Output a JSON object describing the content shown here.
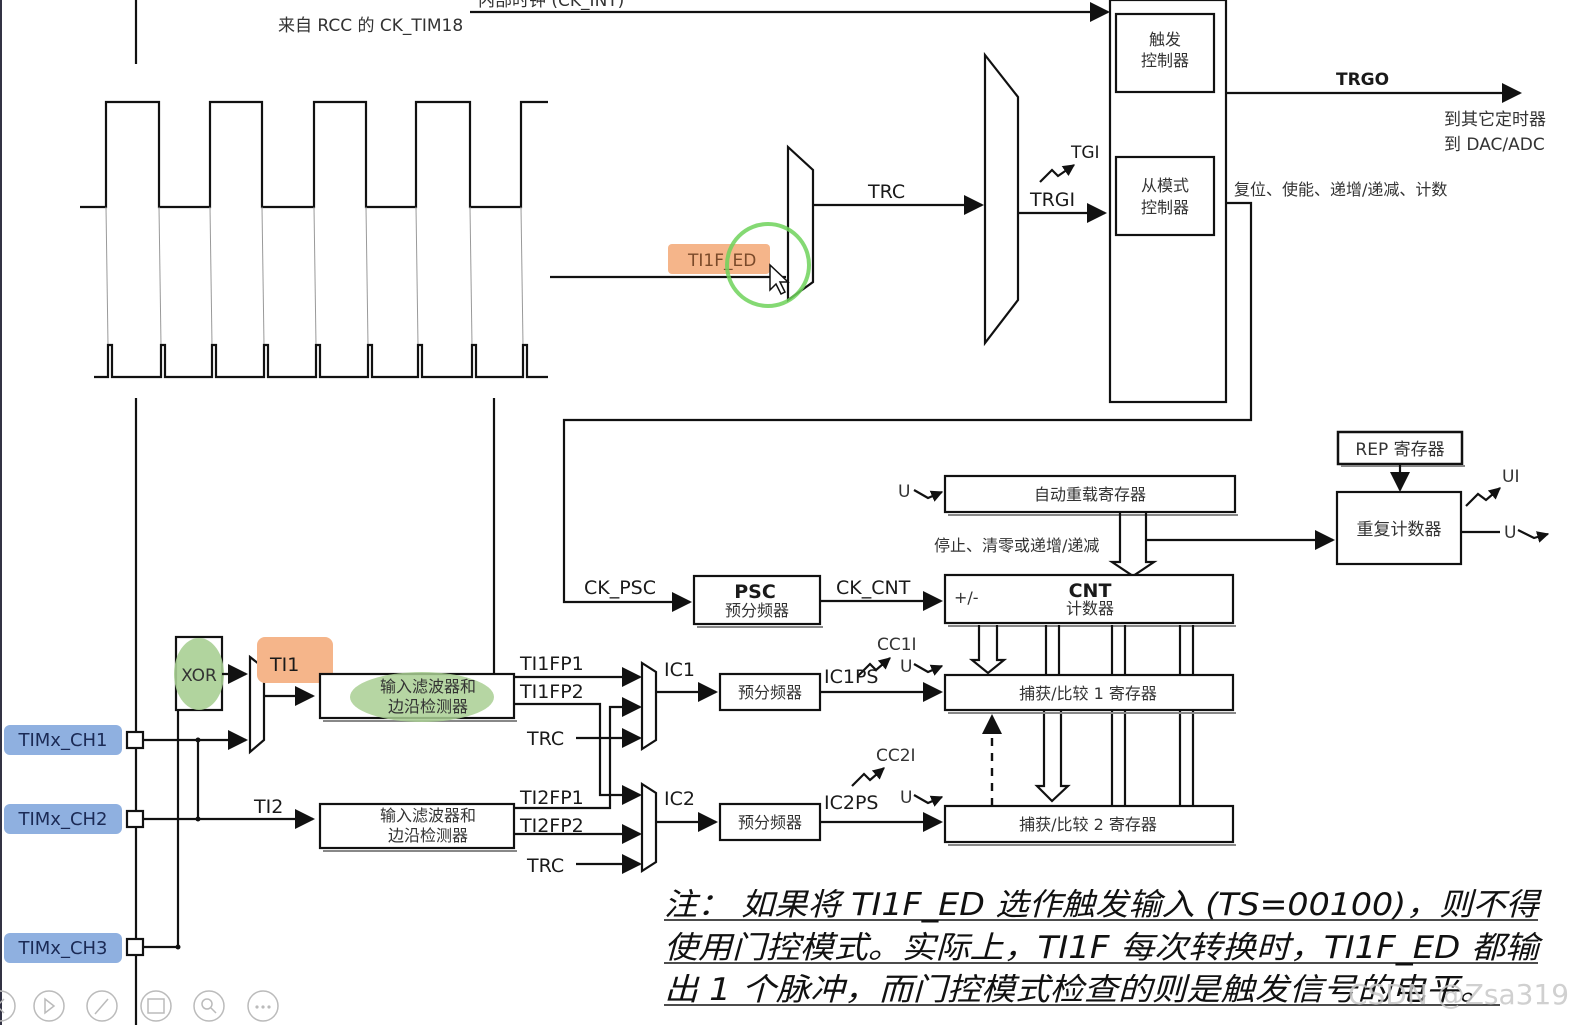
{
  "labels": {
    "ck_int_partial": "内部时钟 (CK_INT)",
    "rcc_ck_tim18": "来自 RCC 的 CK_TIM18",
    "trigger_controller": [
      "触发",
      "控制器"
    ],
    "slave_controller": [
      "从模式",
      "控制器"
    ],
    "trgo": "TRGO",
    "to_other_timers": "到其它定时器",
    "to_dac_adc": "到 DAC/ADC",
    "slave_actions": "复位、使能、递增/递减、计数",
    "tgi": "TGI",
    "trgi": "TRGI",
    "trc": "TRC",
    "ti1f_ed": "TI1F_ED",
    "rep_register": "REP 寄存器",
    "repetition_counter": "重复计数器",
    "ui": "UI",
    "u": "U",
    "auto_reload": "自动重载寄存器",
    "stop_clear": "停止、清零或递增/递减",
    "ck_psc": "CK_PSC",
    "psc": "PSC",
    "psc_sub": "预分频器",
    "ck_cnt": "CK_CNT",
    "cnt": "CNT",
    "cnt_sub": "计数器",
    "plus_minus": "+/-",
    "cc1i": "CC1I",
    "cc2i": "CC2I",
    "ic1": "IC1",
    "ic2": "IC2",
    "ic1ps": "IC1PS",
    "ic2ps": "IC2PS",
    "prescaler": "预分频器",
    "capture_compare_1": "捕获/比较 1 寄存器",
    "capture_compare_2": "捕获/比较 2 寄存器",
    "xor": "XOR",
    "ti1": "TI1",
    "ti2": "TI2",
    "filter_edge": [
      "输入滤波器和",
      "边沿检测器"
    ],
    "ti1fp1": "TI1FP1",
    "ti1fp2": "TI1FP2",
    "ti2fp1": "TI2FP1",
    "ti2fp2": "TI2FP2",
    "ch1": "TIMx_CH1",
    "ch2": "TIMx_CH2",
    "ch3": "TIMx_CH3"
  },
  "note": {
    "lines": [
      "注：  如果将 TI1F_ED 选作触发输入 (TS=00100)，则不得",
      "使用门控模式。实际上，TI1F 每次转换时，TI1F_ED 都输",
      "出 1 个脉冲，而门控模式检查的则是触发信号的电平。"
    ]
  },
  "watermark": "CSDN @Zsa319",
  "colors": {
    "highlight_orange": "#f5b58a",
    "highlight_green": "#a9cf93",
    "pin_blue": "#8fb0e0",
    "cursor_ring": "#6fd25a"
  },
  "player_controls": [
    "prev-icon",
    "play-icon",
    "pen-icon",
    "slides-icon",
    "zoom-icon",
    "more-icon"
  ]
}
